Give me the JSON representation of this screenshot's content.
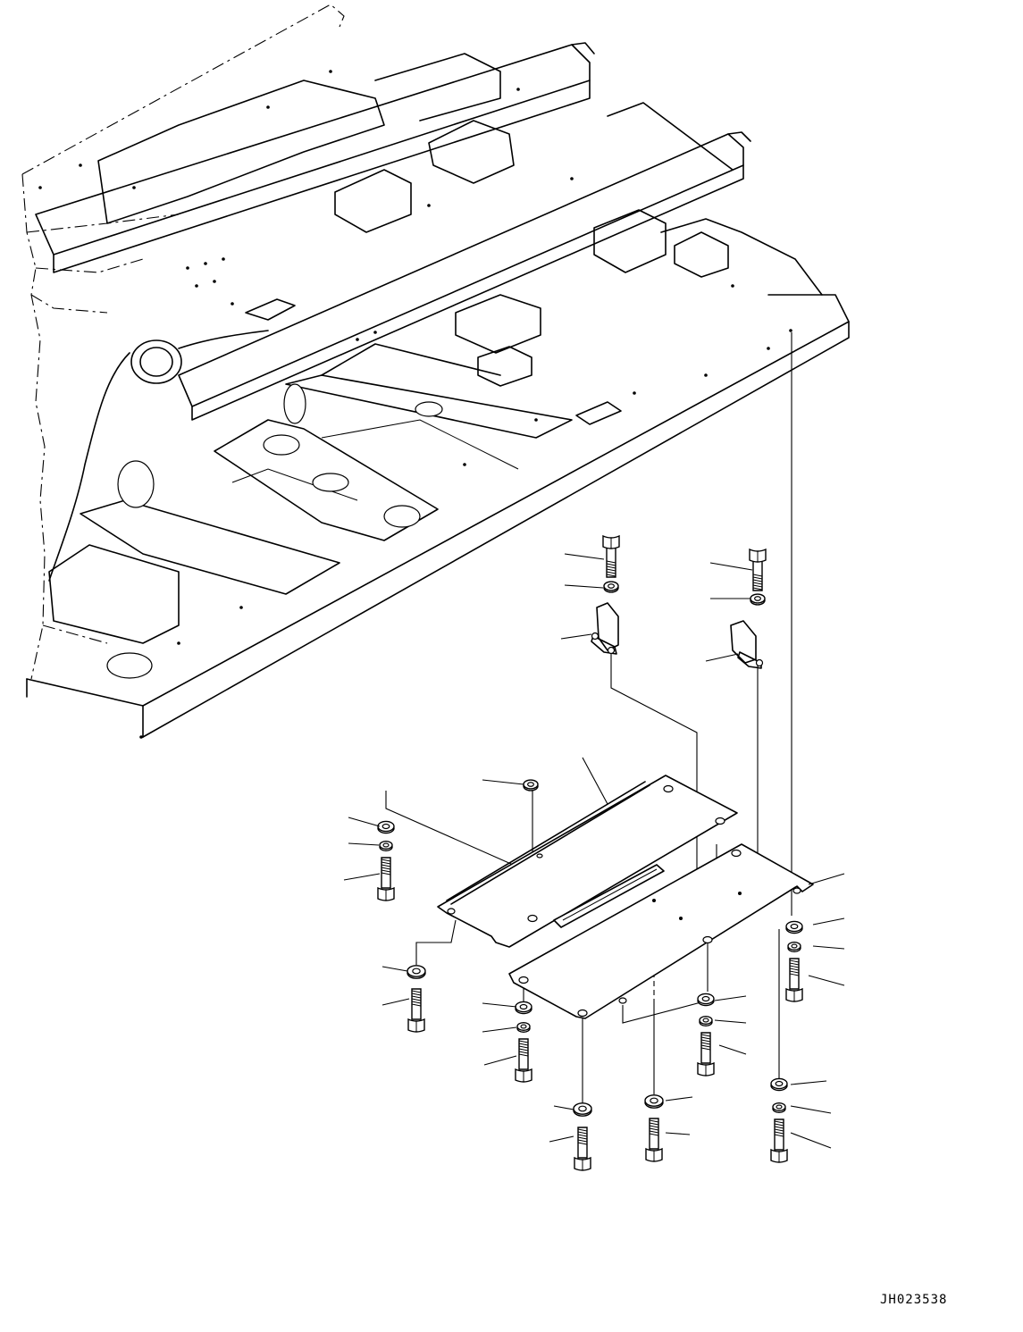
{
  "drawing": {
    "drawing_id": "JH023538",
    "description_tags": [
      "machine-frame",
      "bolt",
      "washer",
      "bracket",
      "cover-plate"
    ]
  }
}
